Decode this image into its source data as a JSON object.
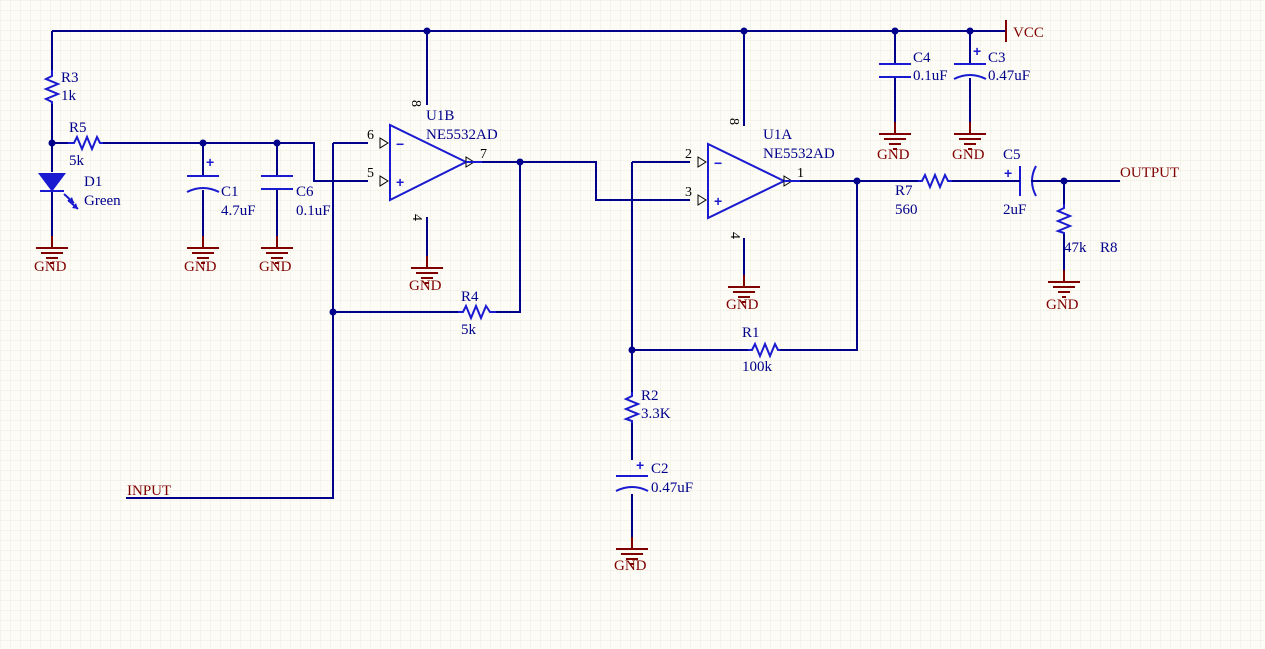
{
  "colors": {
    "background": "#fdfcf6",
    "grid": "#ecebe0",
    "wire": "#00008b",
    "component": "#1a1ad0",
    "power": "#800000"
  },
  "power": {
    "vcc": "VCC",
    "gnd": "GND"
  },
  "ports": {
    "input": "INPUT",
    "output": "OUTPUT"
  },
  "components": {
    "R1": {
      "ref": "R1",
      "value": "100k"
    },
    "R2": {
      "ref": "R2",
      "value": "3.3K"
    },
    "R3": {
      "ref": "R3",
      "value": "1k"
    },
    "R4": {
      "ref": "R4",
      "value": "5k"
    },
    "R5": {
      "ref": "R5",
      "value": "5k"
    },
    "R7": {
      "ref": "R7",
      "value": "560"
    },
    "R8": {
      "ref": "R8",
      "value": "47k"
    },
    "C1": {
      "ref": "C1",
      "value": "4.7uF"
    },
    "C2": {
      "ref": "C2",
      "value": "0.47uF"
    },
    "C3": {
      "ref": "C3",
      "value": "0.47uF"
    },
    "C4": {
      "ref": "C4",
      "value": "0.1uF"
    },
    "C5": {
      "ref": "C5",
      "value": "2uF"
    },
    "C6": {
      "ref": "C6",
      "value": "0.1uF"
    },
    "D1": {
      "ref": "D1",
      "value": "Green"
    },
    "U1B": {
      "ref": "U1B",
      "value": "NE5532AD",
      "pins": {
        "inv": "6",
        "noninv": "5",
        "out": "7",
        "vcc": "8",
        "gnd": "4"
      }
    },
    "U1A": {
      "ref": "U1A",
      "value": "NE5532AD",
      "pins": {
        "inv": "2",
        "noninv": "3",
        "out": "1",
        "vcc": "8",
        "gnd": "4"
      }
    }
  },
  "opamp_signs": {
    "minus": "−",
    "plus": "+",
    "cap_plus": "+"
  }
}
